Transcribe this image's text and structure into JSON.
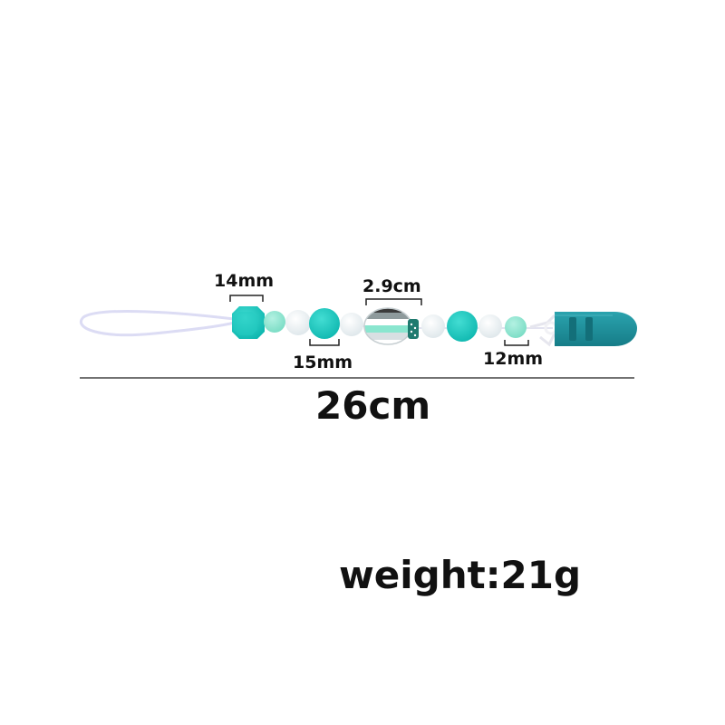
{
  "dimensions": {
    "cube_bead": "14mm",
    "round_bead": "15mm",
    "balloon_bead": "2.9cm",
    "small_bead": "12mm",
    "overall_length": "26cm"
  },
  "weight": "weight:21g",
  "colors": {
    "teal": "#10c6bd",
    "mint": "#8ae6cf",
    "white_bead": "#eef3f5",
    "clip": "#1f8e9a",
    "text": "#111111"
  }
}
